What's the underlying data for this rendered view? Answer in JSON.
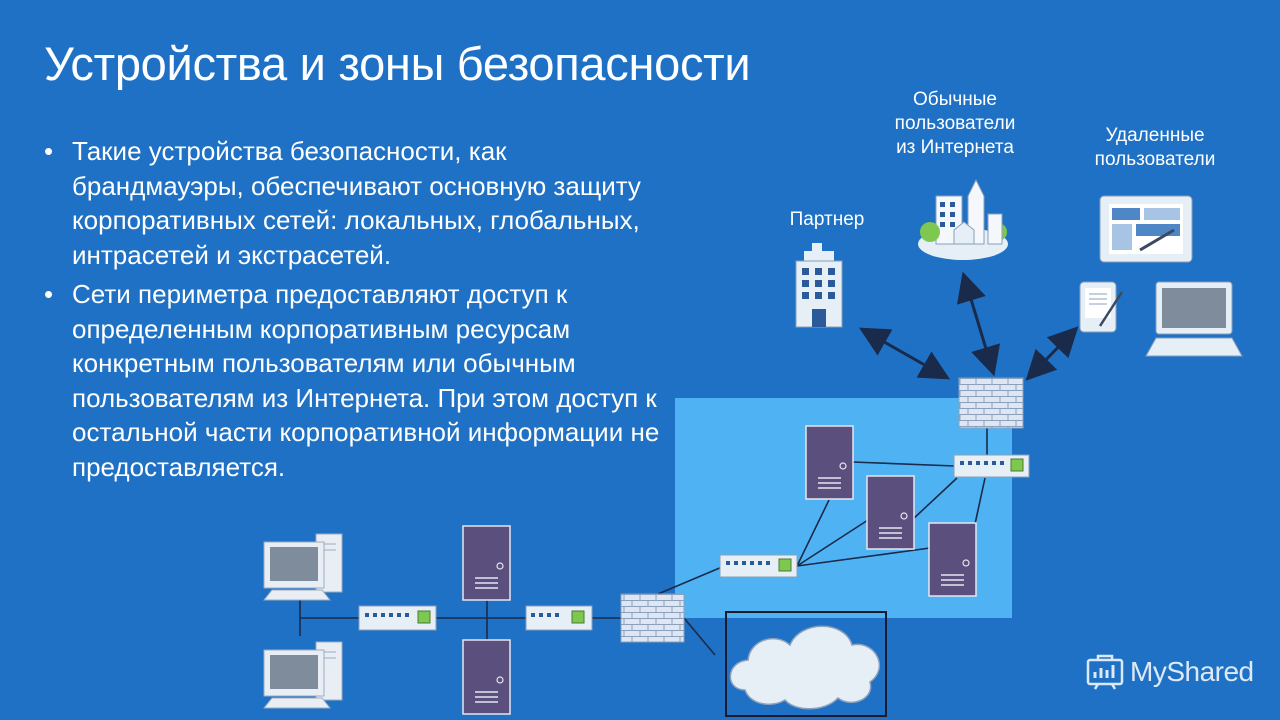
{
  "slide": {
    "title": "Устройства и зоны безопасности",
    "bullets": [
      "Такие устройства безопасности, как брандмауэры, обеспечивают основную защиту корпоративных сетей: локальных, глобальных, интрасетей и экстрасетей.",
      "Сети периметра предоставляют доступ к определенным корпоративным ресурсам конкретным пользователям или обычным пользователям из Интернета. При этом доступ к остальной части корпоративной информации не предоставляется."
    ],
    "bullet_symbol": "•"
  },
  "diagram": {
    "labels": {
      "consumers": [
        "Обычные",
        "пользователи",
        "из Интернета"
      ],
      "remote": [
        "Удаленные",
        "пользователи"
      ],
      "partner": "Партнер"
    },
    "colors": {
      "background": "#1e71c4",
      "perimeter_zone": "#4fb3f3",
      "server": "#5b4f7e",
      "firewall": "#dde6f2",
      "line": "#1a2a4a"
    },
    "icons": [
      "building-icon",
      "city-icon",
      "tablet-pc-icon",
      "pda-icon",
      "laptop-icon",
      "firewall-icon",
      "switch-icon",
      "server-icon",
      "desktop-pc-icon",
      "cloud-icon"
    ]
  },
  "watermark": {
    "text": "MyShared"
  }
}
